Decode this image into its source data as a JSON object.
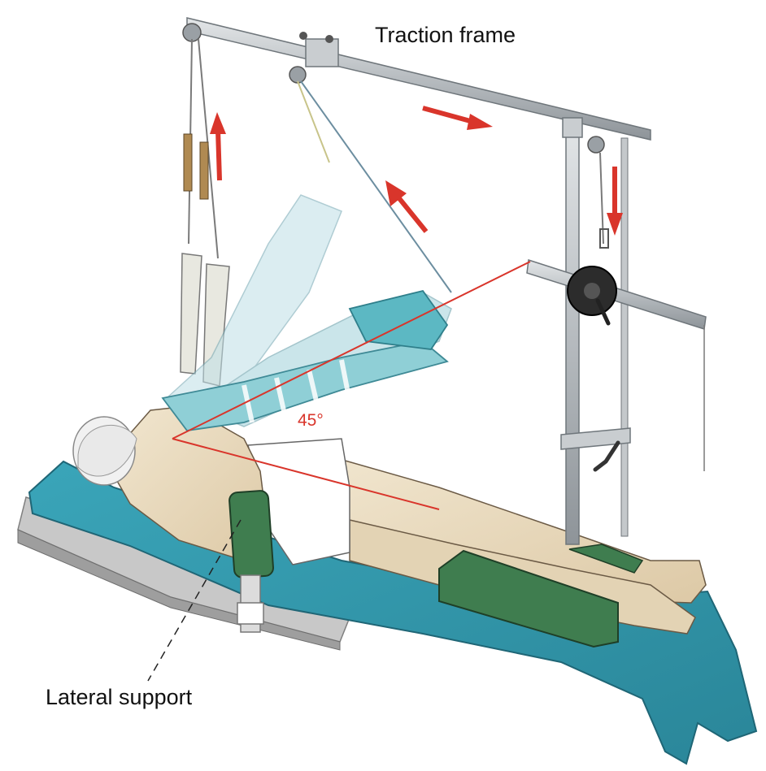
{
  "labels": {
    "traction_frame": "Traction frame",
    "lateral_support": "Lateral support",
    "angle": "45°"
  },
  "colors": {
    "arrow": "#d9352b",
    "angle_line": "#d9352b",
    "table_pad": "#2f97ac",
    "table_base": "#c4c4c4",
    "foam_support": "#3f7d4f",
    "frame_metal": "#b9bec2",
    "skin": "#eadcc0",
    "sling": "#8fcfd6"
  }
}
